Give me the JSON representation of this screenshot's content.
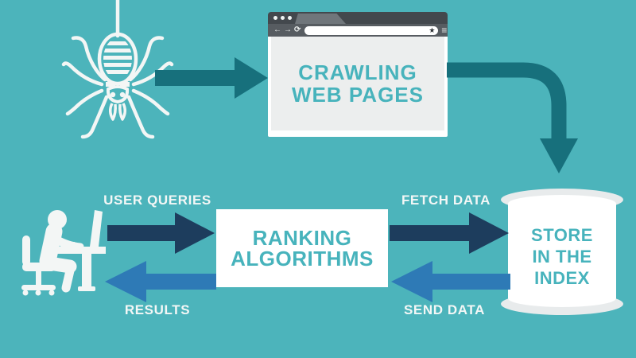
{
  "colors": {
    "background": "#4cb4bb",
    "dark_teal_arrow": "#17707c",
    "navy_arrow": "#1d3d5d",
    "blue_arrow": "#2e7ab6",
    "teal_text": "#47b3bc",
    "white_shape": "#f3f6f5",
    "browser_chrome_dark": "#43484d",
    "browser_tab": "#70767b",
    "browser_toolbar": "#575c61",
    "browser_page": "#eceeee"
  },
  "icons": {
    "spider": "spider-crawler-icon",
    "browser": "browser-window-icon",
    "person": "person-at-desk-icon",
    "database": "database-cylinder-icon",
    "back": "←",
    "forward": "→",
    "refresh": "⟳",
    "bookmark_star": "★",
    "menu": "≡"
  },
  "browser": {
    "title_line1": "CRAWLING",
    "title_line2": "WEB PAGES"
  },
  "ranking_box": {
    "line1": "RANKING",
    "line2": "ALGORITHMS"
  },
  "index_db": {
    "line1": "STORE",
    "line2": "IN THE",
    "line3": "INDEX"
  },
  "labels": {
    "user_queries": "USER QUERIES",
    "results": "RESULTS",
    "fetch_data": "FETCH DATA",
    "send_data": "SEND DATA"
  }
}
